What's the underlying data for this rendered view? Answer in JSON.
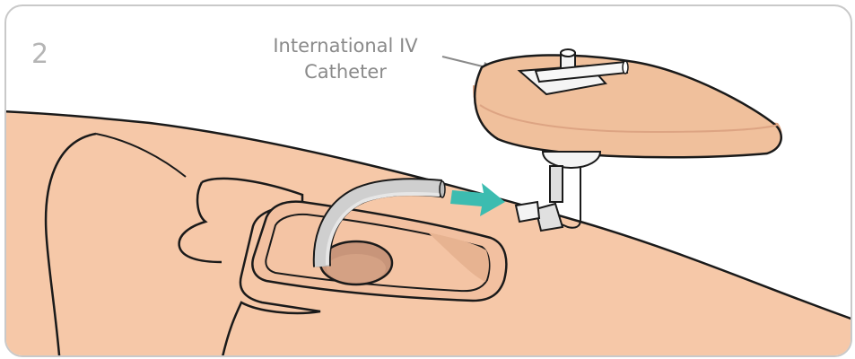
{
  "step_number": "2",
  "callout": {
    "line1": "International IV",
    "line2": "Catheter"
  },
  "colors": {
    "skin": "#f6c8a8",
    "skin_shadow": "#e3ad8b",
    "pad": "#f0c09c",
    "pad_side": "#dda483",
    "hole": "#c8957a",
    "tube": "#c7c7c7",
    "arrow": "#3cbcb0",
    "outline": "#1a1a1a",
    "border": "#c9c9c9"
  }
}
